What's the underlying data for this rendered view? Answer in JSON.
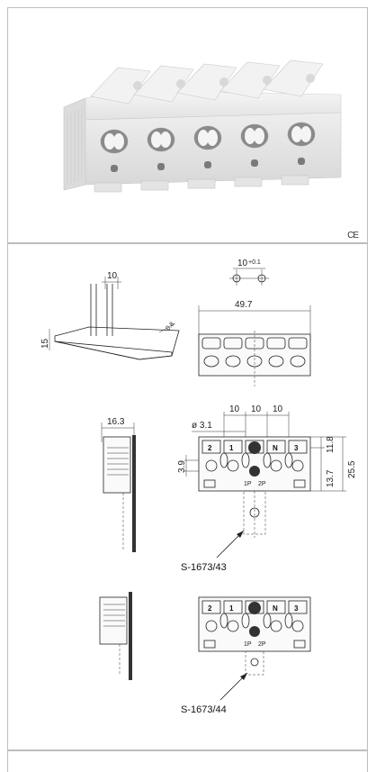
{
  "product_view": {
    "ce_mark": "CE"
  },
  "drawing": {
    "pin_plate": {
      "width_label": "10",
      "height_label": "15",
      "thickness_label": "0.8"
    },
    "pitch_top": {
      "pitch_label": "10",
      "tolerance_label": "+0.1"
    },
    "top_view": {
      "width_label": "49.7"
    },
    "front_view": {
      "pitch_labels": [
        "10",
        "10",
        "10"
      ],
      "hole_label": "ø 3.1",
      "side_offset_label": "3.9",
      "right_dims": [
        "11.8",
        "13.7",
        "25.5"
      ],
      "terminal_labels": [
        "2",
        "1",
        "N",
        "3"
      ],
      "bottom_labels": [
        "1P",
        "2P"
      ]
    },
    "side_view": {
      "width_label": "16.3"
    },
    "codes": [
      "S-1673/43",
      "S-1673/44"
    ]
  }
}
